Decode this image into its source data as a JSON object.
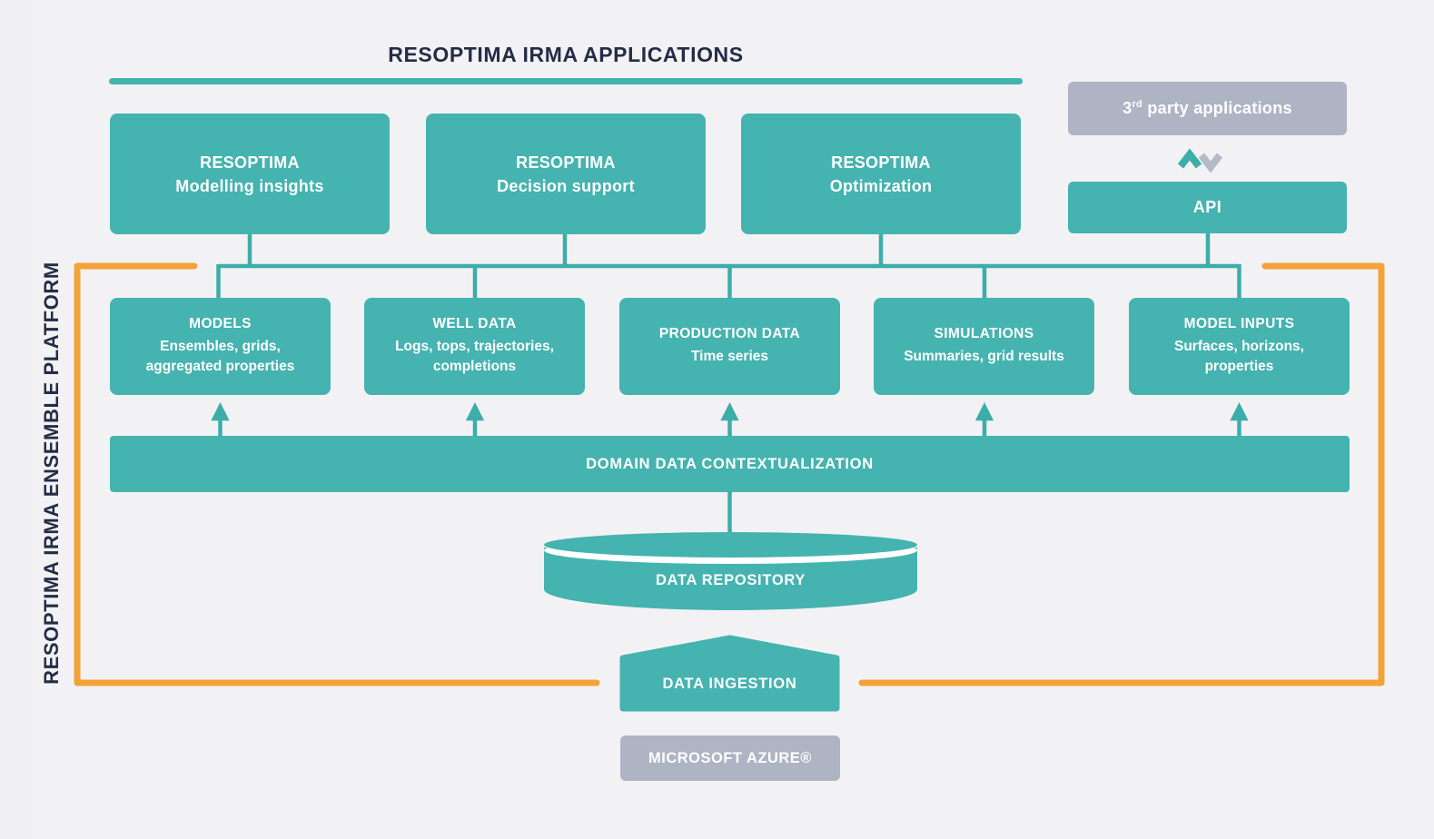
{
  "palette": {
    "teal": "#45b3b0",
    "connector_teal": "#3dadaa",
    "navy": "#242c46",
    "orange": "#f3a339",
    "gray": "#aeb4c3",
    "background": "#f2f2f4",
    "text_white": "#ffffff"
  },
  "header": {
    "title": "RESOPTIMA IRMA APPLICATIONS"
  },
  "platform_label": "RESOPTIMA IRMA ENSEMBLE PLATFORM",
  "applications": [
    {
      "line1": "RESOPTIMA",
      "line2": "Modelling insights"
    },
    {
      "line1": "RESOPTIMA",
      "line2": "Decision support"
    },
    {
      "line1": "RESOPTIMA",
      "line2": "Optimization"
    }
  ],
  "third_party": {
    "prefix": "3",
    "superscript": "rd",
    "rest": " party applications"
  },
  "api": {
    "label": "API"
  },
  "data_boxes": [
    {
      "title": "MODELS",
      "subtitle": "Ensembles, grids,\naggregated properties"
    },
    {
      "title": "WELL DATA",
      "subtitle": "Logs, tops, trajectories,\ncompletions"
    },
    {
      "title": "PRODUCTION DATA",
      "subtitle": "Time series"
    },
    {
      "title": "SIMULATIONS",
      "subtitle": "Summaries, grid results"
    },
    {
      "title": "MODEL INPUTS",
      "subtitle": "Surfaces, horizons,\nproperties"
    }
  ],
  "contextualization": {
    "label": "DOMAIN DATA CONTEXTUALIZATION"
  },
  "repository": {
    "label": "DATA REPOSITORY"
  },
  "ingestion": {
    "label": "DATA INGESTION"
  },
  "azure": {
    "label": "MICROSOFT AZURE®"
  },
  "icons": {
    "exchange_up": "chevron-up (teal) between API and 3rd party applications",
    "exchange_down": "chevron-down (gray) between 3rd party applications and API",
    "flow_arrows": "five upward arrows from contextualization bar to data boxes"
  }
}
